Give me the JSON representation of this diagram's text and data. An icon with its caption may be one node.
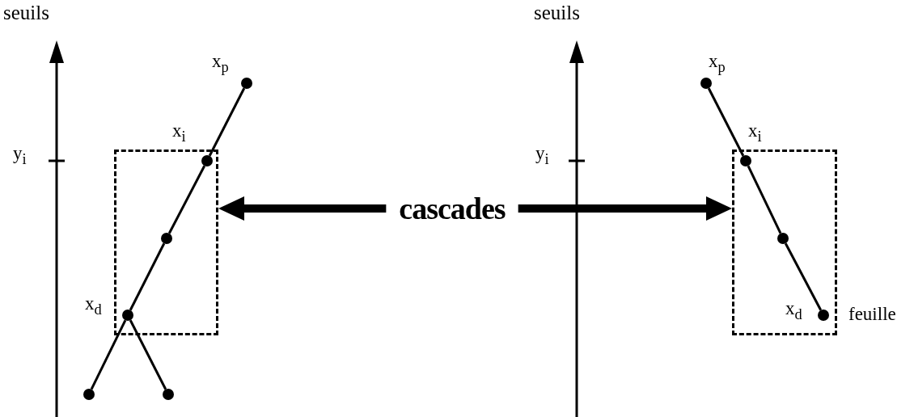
{
  "diagram": {
    "nodes": [
      {
        "text": [],
        "shape": "circle",
        "beside": [
          "x$_{p}$"
        ]
      },
      {
        "text": [],
        "shape": "box"
      },
      {
        "text": [],
        "shape": "circle",
        "in": 1,
        "beside": [
          "x$_{i}$"
        ]
      },
      {
        "text": [],
        "shape": "circle",
        "in": 1
      },
      {
        "text": [],
        "shape": "circle",
        "in": 1,
        "beside": [
          "x$_{d}$"
        ]
      },
      {
        "text": [],
        "shape": "circle"
      },
      {
        "text": [],
        "shape": "circle"
      },
      {
        "text": [
          "cascades"
        ]
      },
      {
        "text": [],
        "shape": "circle",
        "beside": [
          "x$_{p}$"
        ]
      },
      {
        "text": [],
        "shape": "box"
      },
      {
        "text": [],
        "shape": "circle",
        "in": 9,
        "beside": [
          "x$_{i}$"
        ]
      },
      {
        "text": [],
        "shape": "circle",
        "in": 9
      },
      {
        "text": [],
        "shape": "circle",
        "in": 9,
        "beside": [
          "x$_{d}$",
          "feuille"
        ]
      }
    ],
    "edges": [
      {
        "from": 0,
        "to": 2,
        "arrow": "none"
      },
      {
        "from": 2,
        "to": 3,
        "arrow": "none"
      },
      {
        "from": 3,
        "to": 4,
        "arrow": "none"
      },
      {
        "from": 4,
        "to": 5,
        "arrow": "none"
      },
      {
        "from": 4,
        "to": 6,
        "arrow": "none"
      },
      {
        "from": 7,
        "to": 1,
        "arrow": "to",
        "style": "thick"
      },
      {
        "from": 7,
        "to": 9,
        "arrow": "to",
        "style": "thick"
      },
      {
        "from": 8,
        "to": 10,
        "arrow": "none"
      },
      {
        "from": 10,
        "to": 11,
        "arrow": "none"
      },
      {
        "from": 11,
        "to": 12,
        "arrow": "none"
      }
    ],
    "labels": [
      "seuils",
      "seuils",
      "y$_{i}$",
      "y$_{i}$"
    ]
  }
}
